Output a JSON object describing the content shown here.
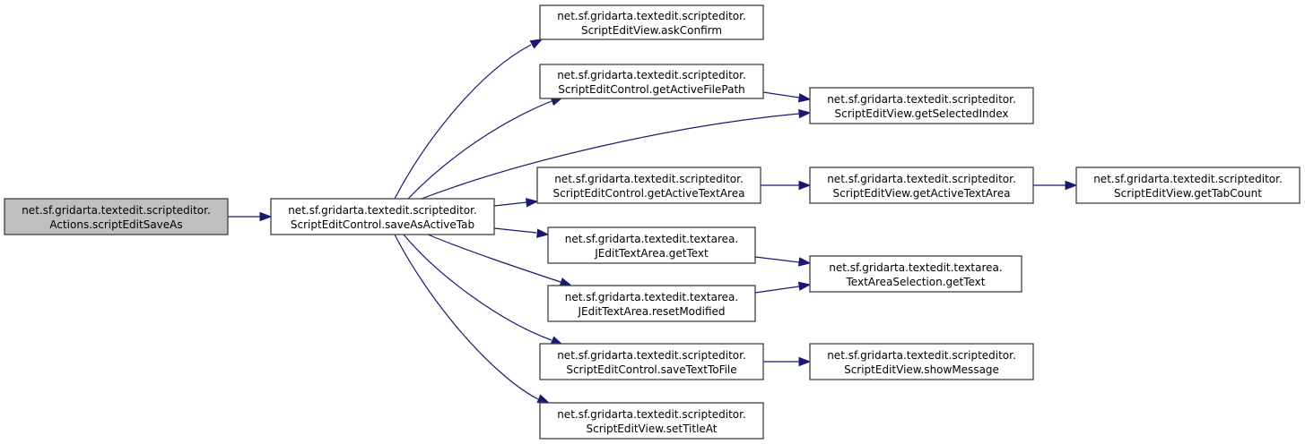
{
  "graph": {
    "type": "call-graph",
    "colors": {
      "edge": "#191970",
      "root_fill": "#bfbfbf",
      "node_fill": "#ffffff",
      "node_border": "#404040"
    },
    "nodes": [
      {
        "id": "n0",
        "line1": "net.sf.gridarta.textedit.scripteditor.",
        "line2": "Actions.scriptEditSaveAs",
        "root": true
      },
      {
        "id": "n1",
        "line1": "net.sf.gridarta.textedit.scripteditor.",
        "line2": "ScriptEditControl.saveAsActiveTab"
      },
      {
        "id": "n2",
        "line1": "net.sf.gridarta.textedit.scripteditor.",
        "line2": "ScriptEditView.askConfirm"
      },
      {
        "id": "n3",
        "line1": "net.sf.gridarta.textedit.scripteditor.",
        "line2": "ScriptEditControl.getActiveFilePath"
      },
      {
        "id": "n4",
        "line1": "net.sf.gridarta.textedit.scripteditor.",
        "line2": "ScriptEditView.getSelectedIndex"
      },
      {
        "id": "n5",
        "line1": "net.sf.gridarta.textedit.scripteditor.",
        "line2": "ScriptEditControl.getActiveTextArea"
      },
      {
        "id": "n6",
        "line1": "net.sf.gridarta.textedit.scripteditor.",
        "line2": "ScriptEditView.getActiveTextArea"
      },
      {
        "id": "n7",
        "line1": "net.sf.gridarta.textedit.scripteditor.",
        "line2": "ScriptEditView.getTabCount"
      },
      {
        "id": "n8",
        "line1": "net.sf.gridarta.textedit.textarea.",
        "line2": "JEditTextArea.getText"
      },
      {
        "id": "n9",
        "line1": "net.sf.gridarta.textedit.textarea.",
        "line2": "TextAreaSelection.getText"
      },
      {
        "id": "n10",
        "line1": "net.sf.gridarta.textedit.textarea.",
        "line2": "JEditTextArea.resetModified"
      },
      {
        "id": "n11",
        "line1": "net.sf.gridarta.textedit.scripteditor.",
        "line2": "ScriptEditControl.saveTextToFile"
      },
      {
        "id": "n12",
        "line1": "net.sf.gridarta.textedit.scripteditor.",
        "line2": "ScriptEditView.showMessage"
      },
      {
        "id": "n13",
        "line1": "net.sf.gridarta.textedit.scripteditor.",
        "line2": "ScriptEditView.setTitleAt"
      }
    ],
    "edges": [
      {
        "from": "n0",
        "to": "n1"
      },
      {
        "from": "n1",
        "to": "n2"
      },
      {
        "from": "n1",
        "to": "n3"
      },
      {
        "from": "n1",
        "to": "n4"
      },
      {
        "from": "n1",
        "to": "n5"
      },
      {
        "from": "n1",
        "to": "n8"
      },
      {
        "from": "n1",
        "to": "n10"
      },
      {
        "from": "n1",
        "to": "n11"
      },
      {
        "from": "n1",
        "to": "n13"
      },
      {
        "from": "n3",
        "to": "n4"
      },
      {
        "from": "n5",
        "to": "n6"
      },
      {
        "from": "n6",
        "to": "n7"
      },
      {
        "from": "n8",
        "to": "n9"
      },
      {
        "from": "n10",
        "to": "n9"
      },
      {
        "from": "n11",
        "to": "n12"
      }
    ]
  }
}
